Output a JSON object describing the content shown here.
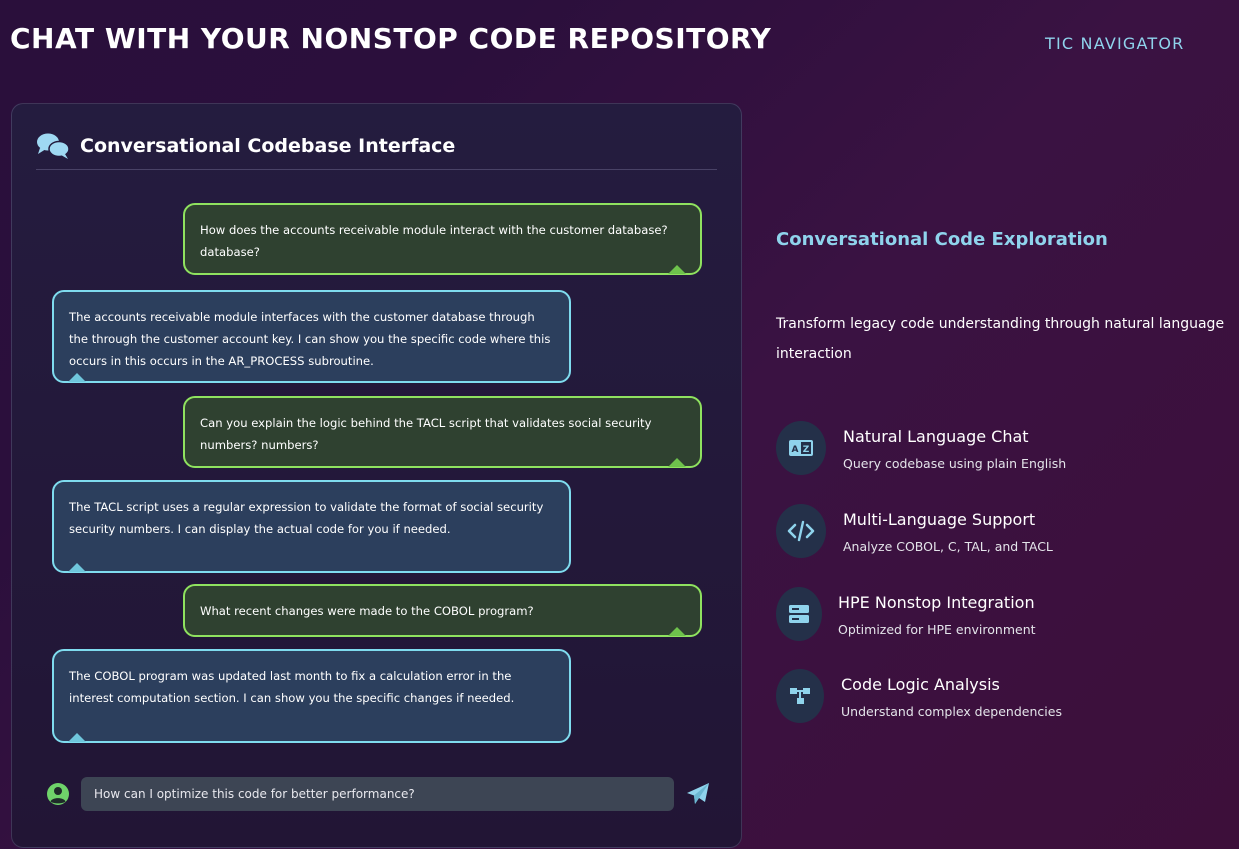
{
  "header": {
    "title": "CHAT WITH YOUR NONSTOP CODE REPOSITORY",
    "brand": "TIC NAVIGATOR"
  },
  "chat": {
    "panel_title": "Conversational Codebase Interface",
    "panel_icon": "comments-icon",
    "messages": [
      {
        "role": "user",
        "text": "How does the accounts receivable module interact with the customer database? database?"
      },
      {
        "role": "bot",
        "text": "The accounts receivable module interfaces with the customer database through the through the customer account key. I can show you the specific code where this occurs in this occurs in the AR_PROCESS subroutine."
      },
      {
        "role": "user",
        "text": "Can you explain the logic behind the TACL script that validates social security numbers? numbers?"
      },
      {
        "role": "bot",
        "text": "The TACL script uses a regular expression to validate the format of social security security numbers. I can display the actual code for you if needed."
      },
      {
        "role": "user",
        "text": "What recent changes were made to the COBOL program?"
      },
      {
        "role": "bot",
        "text": "The COBOL program was updated last month to fix a calculation error in the interest computation section. I can show you the specific changes if needed."
      }
    ],
    "input": {
      "value": "How can I optimize this code for better performance?",
      "placeholder": "How can I optimize this code for better performance?"
    },
    "avatar_icon": "user-avatar-icon",
    "send_icon": "paper-plane-icon"
  },
  "features": {
    "heading": "Conversational Code Exploration",
    "description": "Transform legacy code understanding through natural language interaction",
    "items": [
      {
        "title": "Natural Language Chat",
        "subtitle": "Query codebase using plain English",
        "icon": "language-icon"
      },
      {
        "title": "Multi-Language Support",
        "subtitle": "Analyze COBOL, C, TAL, and TACL",
        "icon": "code-icon"
      },
      {
        "title": "HPE Nonstop Integration",
        "subtitle": "Optimized for HPE environment",
        "icon": "server-icon"
      },
      {
        "title": "Code Logic Analysis",
        "subtitle": "Understand complex dependencies",
        "icon": "sitemap-icon"
      }
    ]
  },
  "colors": {
    "accent_cyan": "#8fd3ec",
    "user_border": "#8fe25f",
    "bot_border": "#7fdcef"
  }
}
